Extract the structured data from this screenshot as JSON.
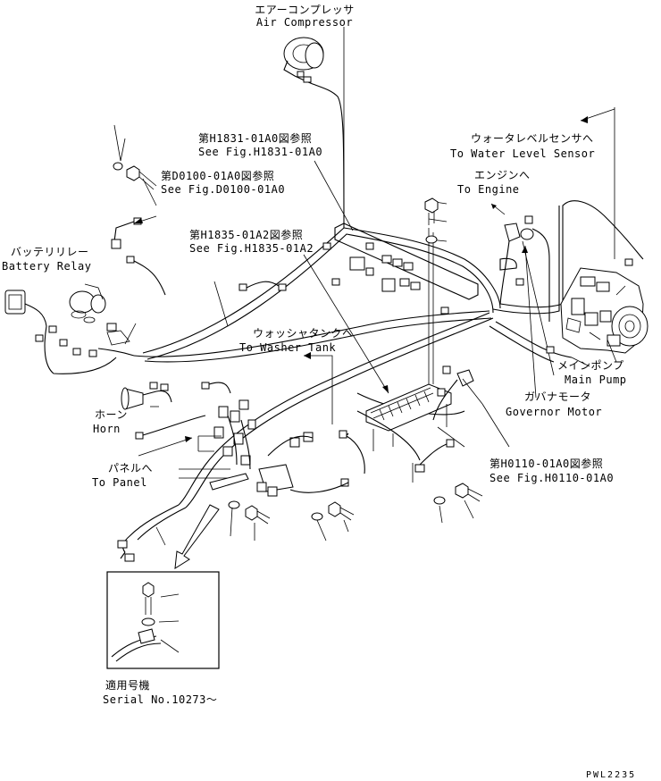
{
  "labels": {
    "air_compressor_jp": "エアーコンプレッサ",
    "air_compressor_en": "Air Compressor",
    "ref_h1831_jp": "第H1831-01A0図参照",
    "ref_h1831_en": "See Fig.H1831-01A0",
    "ref_d0100_jp": "第D0100-01A0図参照",
    "ref_d0100_en": "See Fig.D0100-01A0",
    "ref_h1835_jp": "第H1835-01A2図参照",
    "ref_h1835_en": "See Fig.H1835-01A2",
    "battery_relay_jp": "バッテリリレー",
    "battery_relay_en": "Battery Relay",
    "water_level_jp": "ウォータレベルセンサへ",
    "water_level_en": "To Water Level Sensor",
    "engine_jp": "エンジンへ",
    "engine_en": "To Engine",
    "washer_jp": "ウォッシャタンクへ",
    "washer_en": "To Washer Tank",
    "main_pump_jp": "メインポンプ",
    "main_pump_en": "Main Pump",
    "governor_jp": "ガバナモータ",
    "governor_en": "Governor Motor",
    "horn_jp": "ホーン",
    "horn_en": "Horn",
    "panel_jp": "パネルへ",
    "panel_en": "To Panel",
    "ref_h0110_jp": "第H0110-01A0図参照",
    "ref_h0110_en": "See Fig.H0110-01A0",
    "serial_jp": "適用号機",
    "serial_en": "Serial No.10273～",
    "drawing_code": "PWL2235"
  }
}
